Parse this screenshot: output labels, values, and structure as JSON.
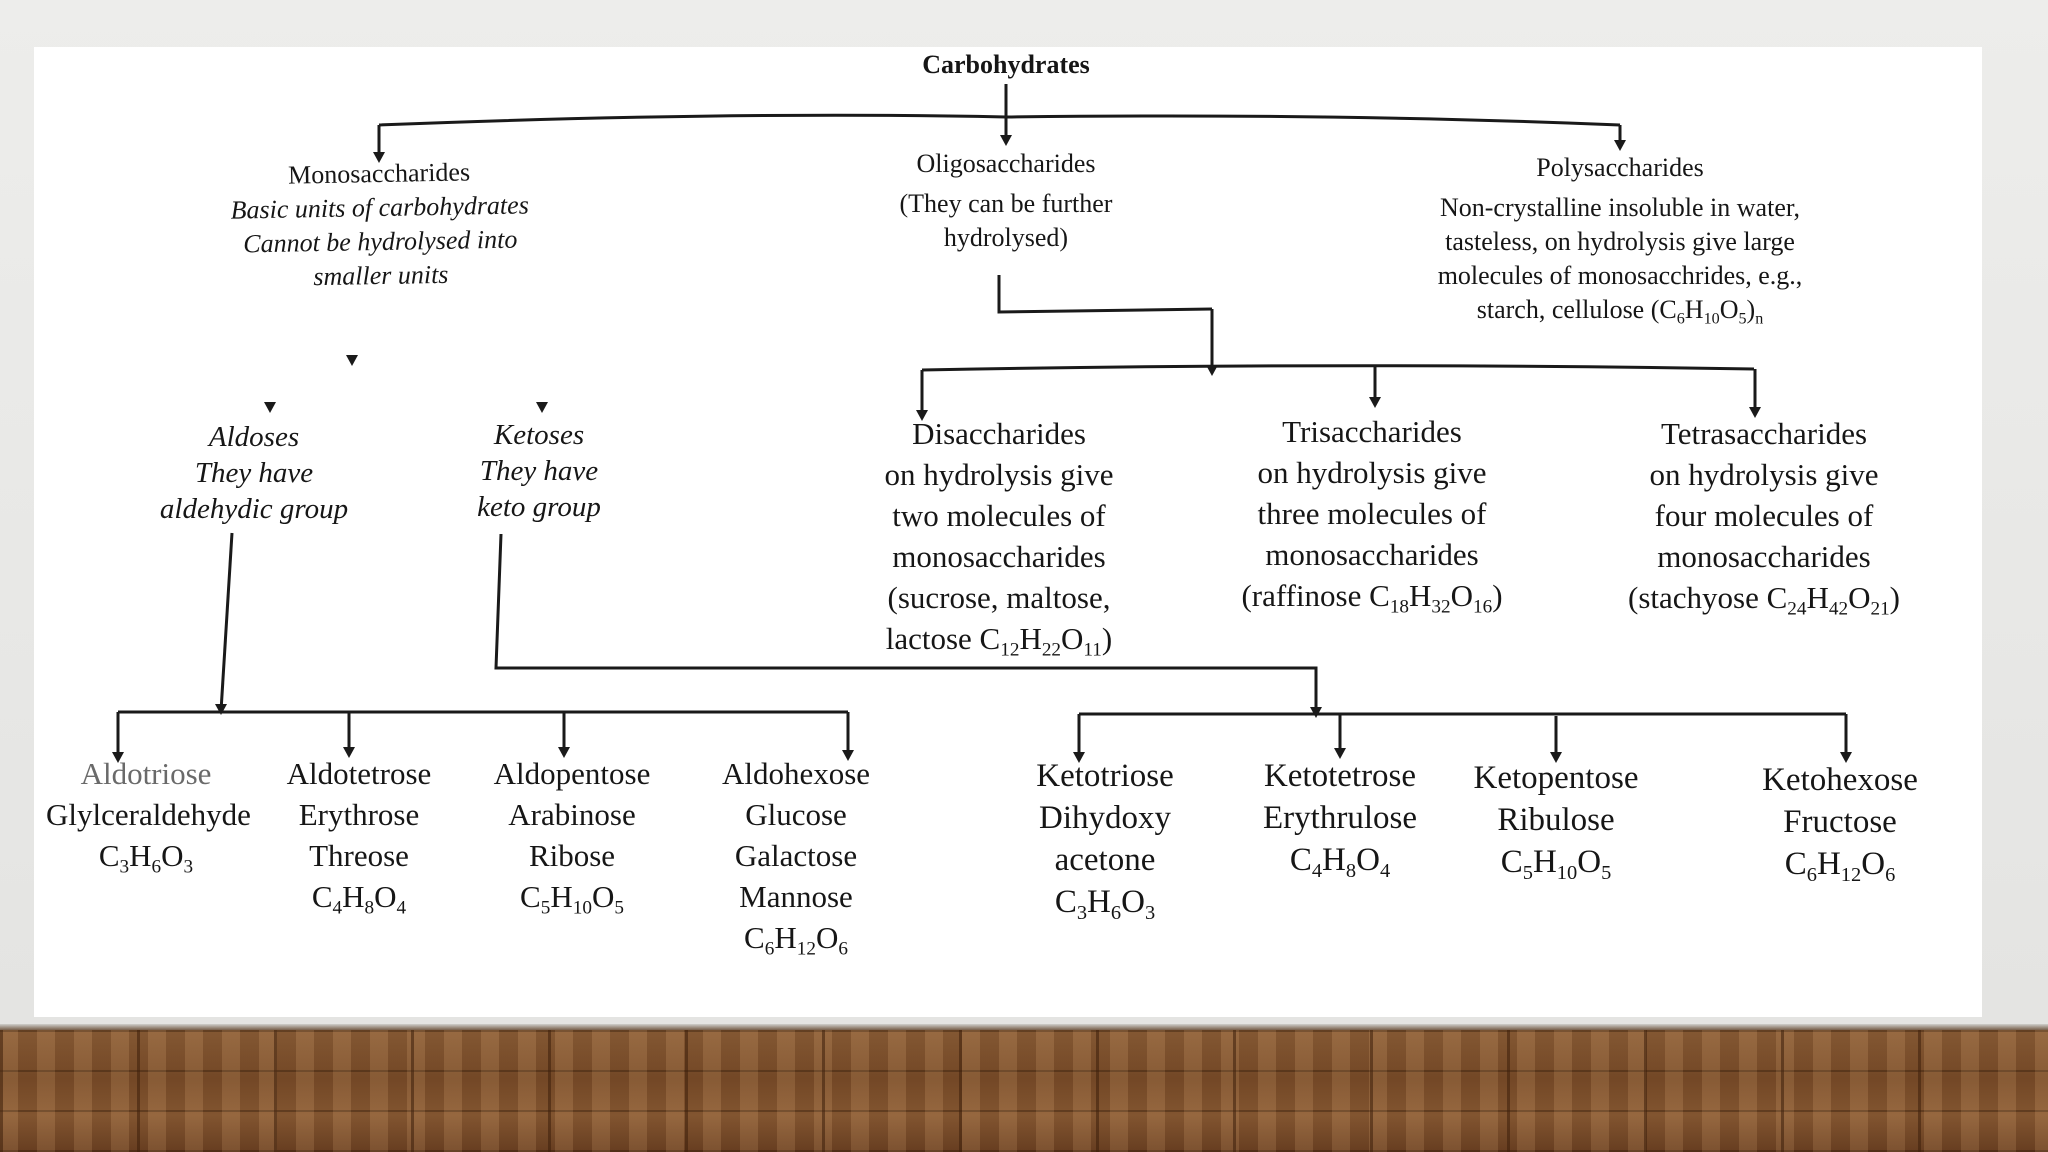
{
  "title": "Carbohydrates",
  "monosaccharides": {
    "name": "Monosaccharides",
    "lines": [
      "Basic units of carbohydrates",
      "Cannot be hydrolysed into",
      "smaller units"
    ]
  },
  "oligosaccharides": {
    "name": "Oligosaccharides",
    "lines": [
      "(They can be further",
      "hydrolysed)"
    ]
  },
  "polysaccharides": {
    "name": "Polysaccharides",
    "lines": [
      "Non-crystalline insoluble in water,",
      "tasteless, on hydrolysis give large",
      "molecules of monosacchrides, e.g.,"
    ],
    "formula_prefix": "starch, cellulose (C",
    "formula_tail": ")"
  },
  "aldoses": {
    "lines": [
      "Aldoses",
      "They have",
      "aldehydic group"
    ]
  },
  "ketoses": {
    "lines": [
      "Ketoses",
      "They have",
      "keto group"
    ]
  },
  "disaccharides": {
    "lines": [
      "Disaccharides",
      "on hydrolysis give",
      "two molecules of",
      "monosaccharides",
      "(sucrose, maltose,"
    ],
    "formula_prefix": "lactose C"
  },
  "trisaccharides": {
    "lines": [
      "Trisaccharides",
      "on hydrolysis give",
      "three molecules of",
      "monosaccharides"
    ],
    "formula_prefix": "(raffinose C"
  },
  "tetrasaccharides": {
    "lines": [
      "Tetrasaccharides",
      "on hydrolysis give",
      "four molecules of",
      "monosaccharides"
    ],
    "formula_prefix": "(stachyose C"
  },
  "leaves": {
    "aldotriose": {
      "lines": [
        "Aldotriose",
        "Glylceraldehyde"
      ]
    },
    "aldotetrose": {
      "lines": [
        "Aldotetrose",
        "Erythrose",
        "Threose"
      ]
    },
    "aldopentose": {
      "lines": [
        "Aldopentose",
        "Arabinose",
        "Ribose"
      ]
    },
    "aldohexose": {
      "lines": [
        "Aldohexose",
        "Glucose",
        "Galactose",
        "Mannose"
      ]
    },
    "ketotriose": {
      "lines": [
        "Ketotriose",
        "Dihydoxy",
        "acetone"
      ]
    },
    "ketotetrose": {
      "lines": [
        "Ketotetrose",
        "Erythrulose"
      ]
    },
    "ketopentose": {
      "lines": [
        "Ketopentose",
        "Ribulose"
      ]
    },
    "ketohexose": {
      "lines": [
        "Ketohexose",
        "Fructose"
      ]
    }
  },
  "formula_parts": {
    "c": "C",
    "h": "H",
    "o": "O",
    "n": "n",
    "3": "3",
    "4": "4",
    "5": "5",
    "6": "6",
    "8": "8",
    "10": "10",
    "11": "11",
    "12": "12",
    "16": "16",
    "18": "18",
    "21": "21",
    "22": "22",
    "24": "24",
    "32": "32",
    "42": "42"
  },
  "close_paren": ")"
}
